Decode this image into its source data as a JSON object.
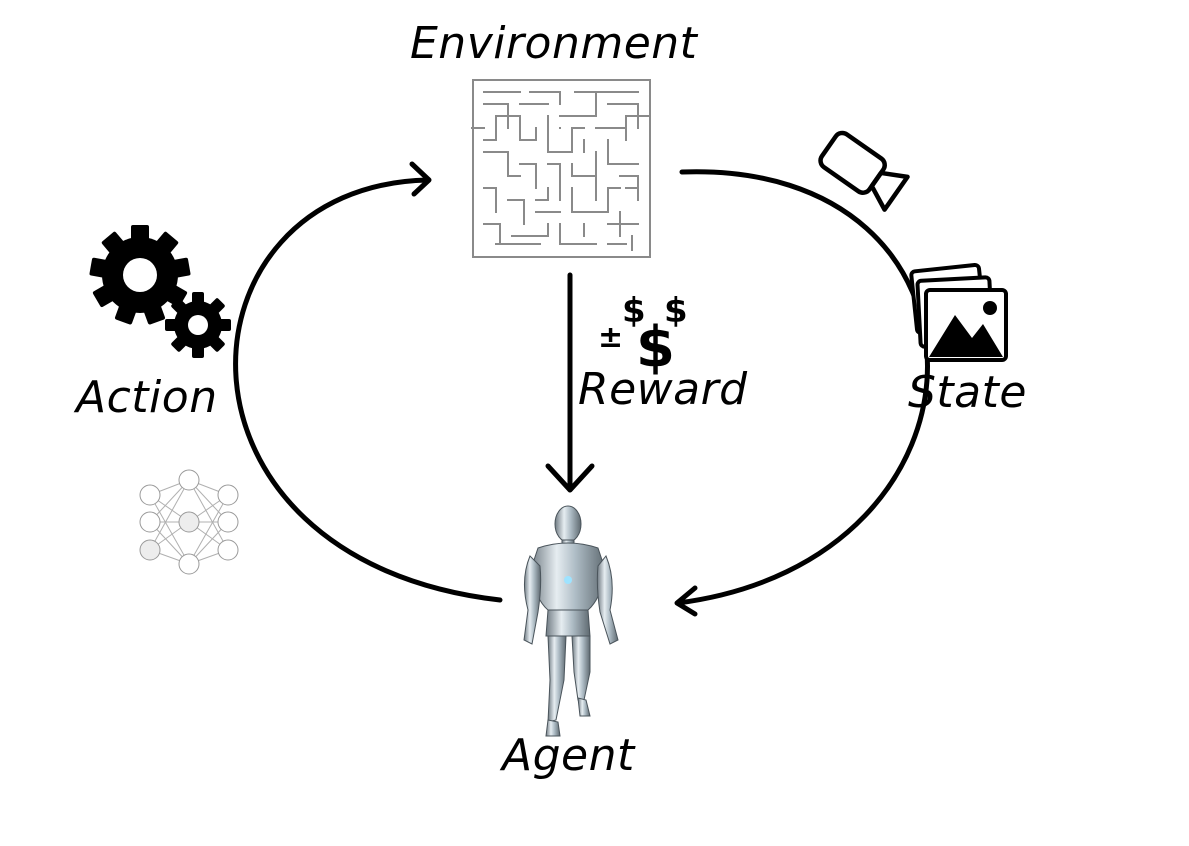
{
  "labels": {
    "environment": "Environment",
    "reward": "Reward",
    "reward_sign": "±",
    "state": "State",
    "action": "Action",
    "agent": "Agent"
  },
  "icons": {
    "environment": "maze-icon",
    "reward": "dollar-signs-icon",
    "state": [
      "video-camera-icon",
      "image-stack-icon"
    ],
    "action": [
      "gears-icon",
      "neural-network-icon"
    ],
    "agent": "humanoid-robot-figure"
  },
  "flows": [
    {
      "from": "Environment",
      "to": "Agent",
      "label": "Reward"
    },
    {
      "from": "Environment",
      "to": "Agent",
      "label": "State"
    },
    {
      "from": "Agent",
      "to": "Environment",
      "label": "Action"
    }
  ],
  "colors": {
    "ink": "#000000",
    "maze": "#8a8a8a",
    "network": "#9a9a9a",
    "robot_metal": "#b8c4cc"
  }
}
